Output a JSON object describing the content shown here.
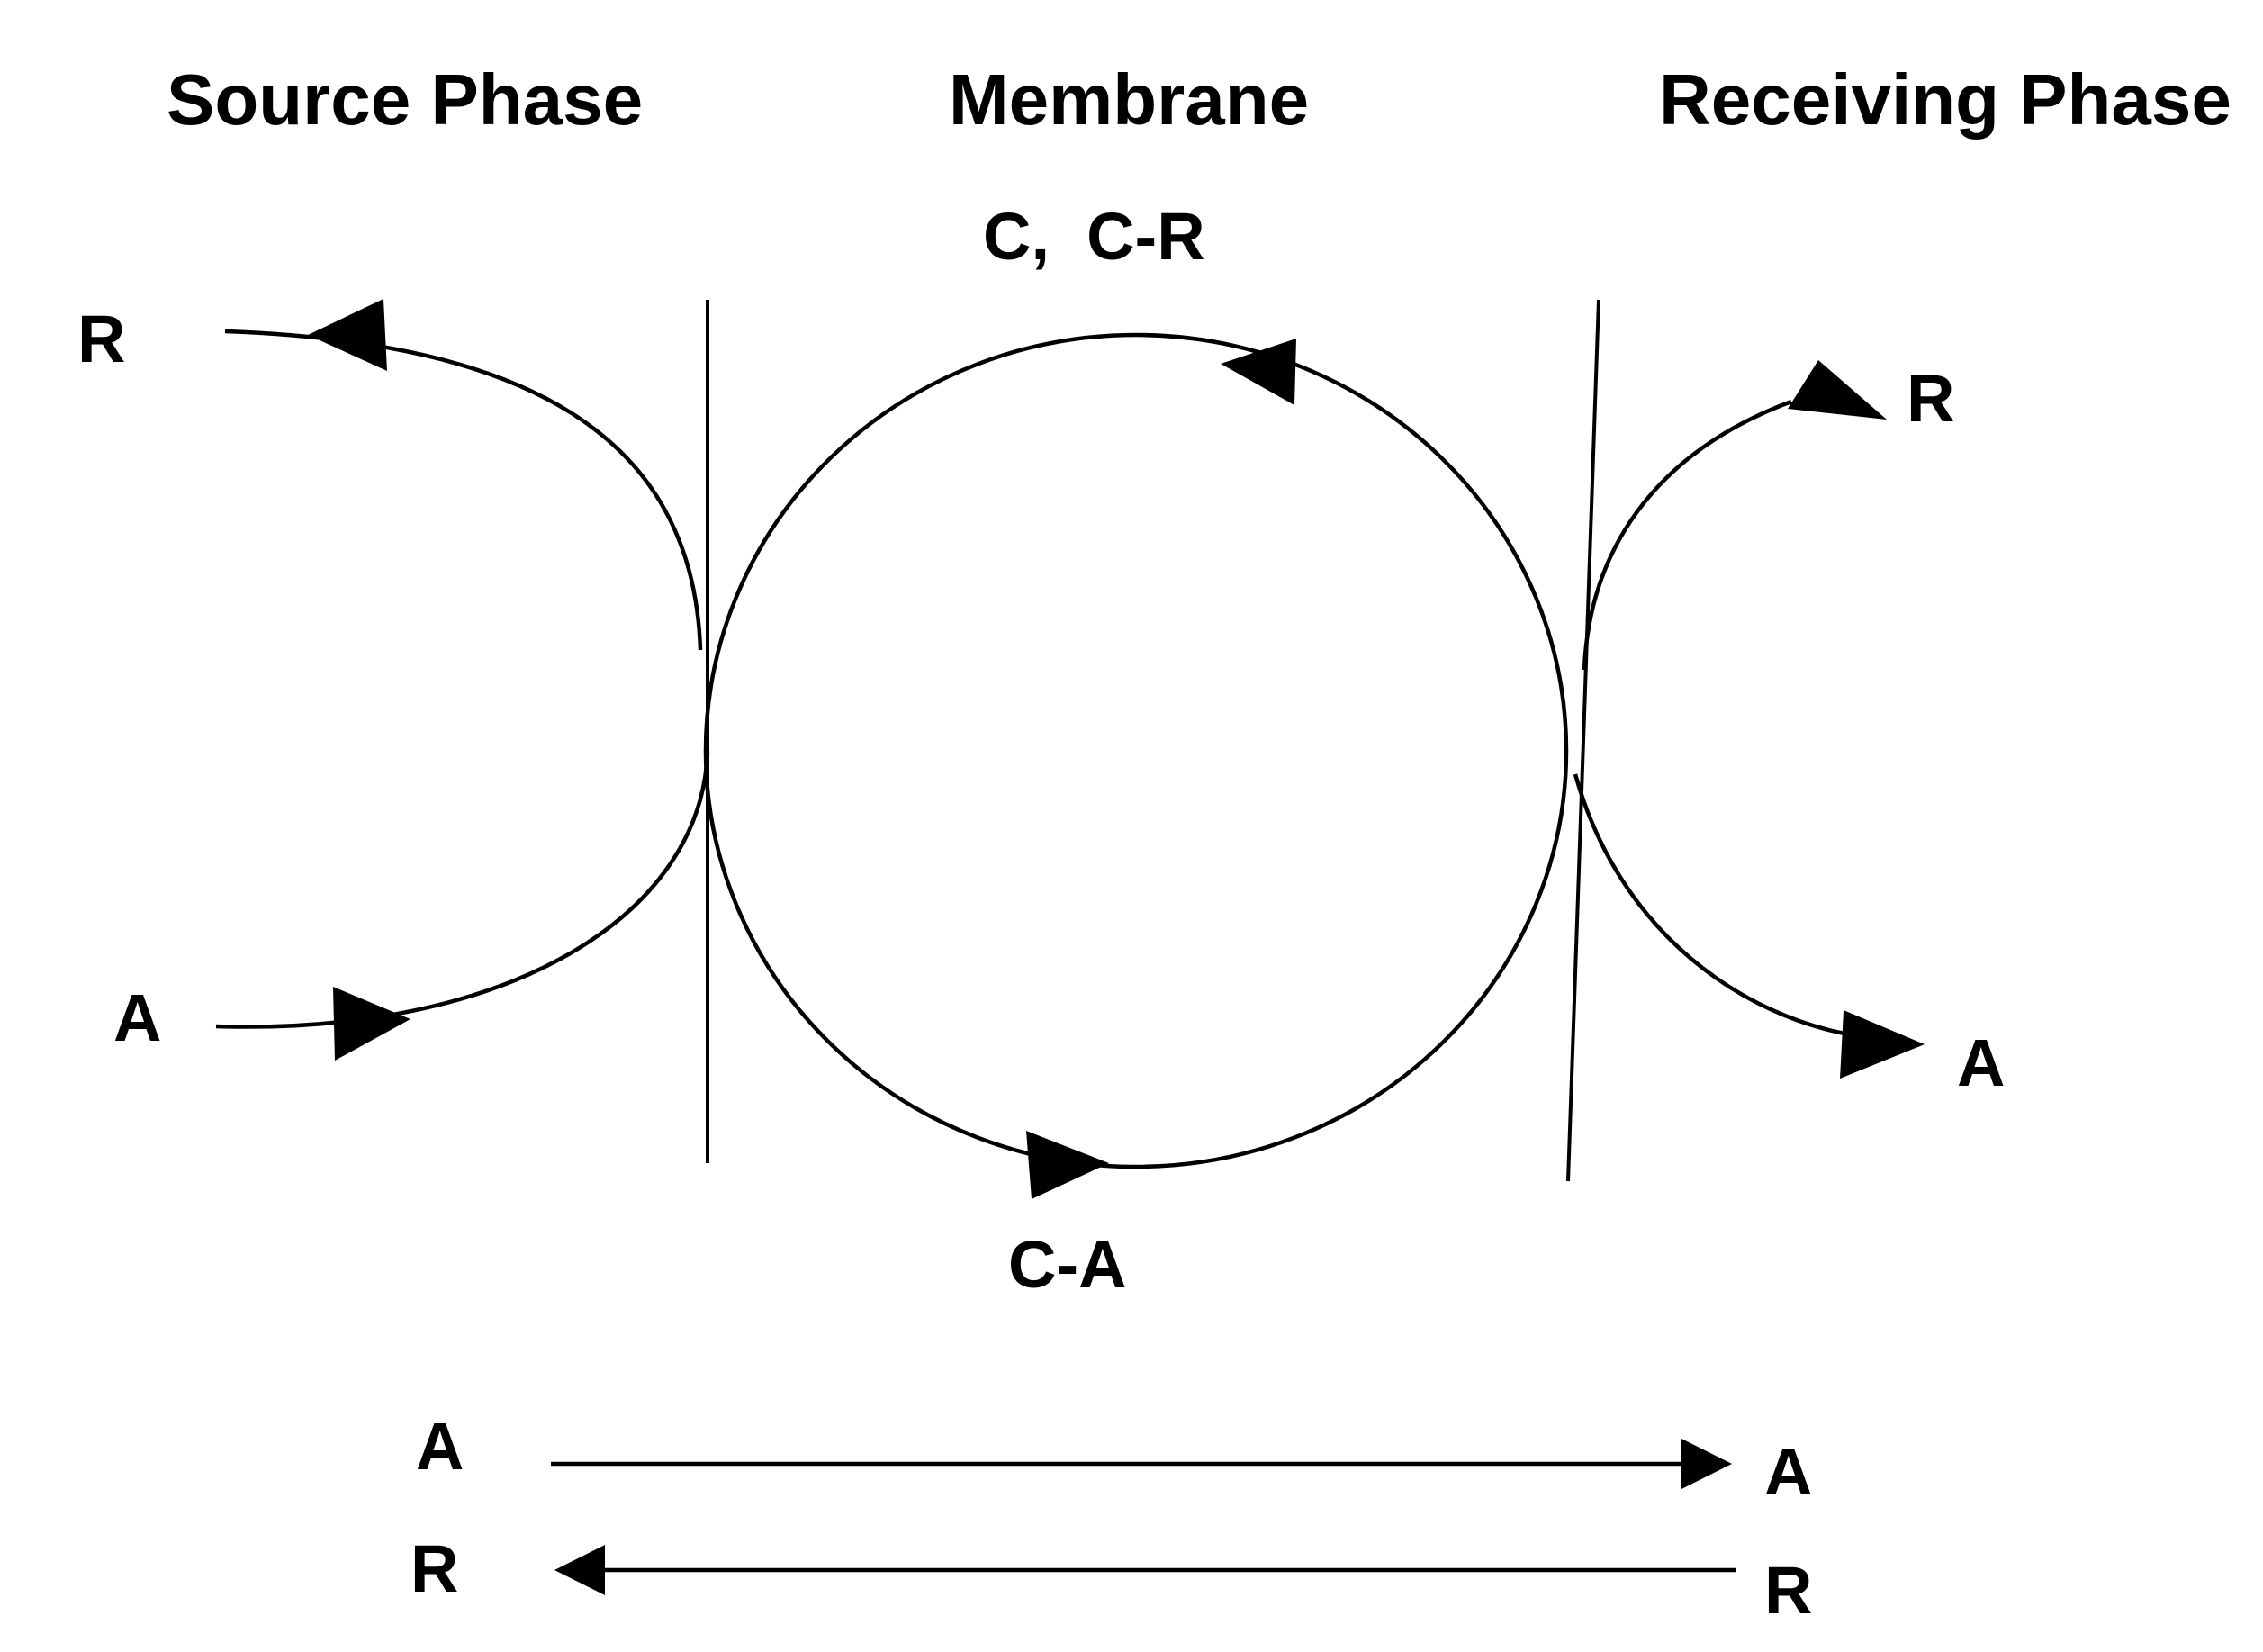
{
  "headings": {
    "source": "Source Phase",
    "membrane": "Membrane",
    "receiving": "Receiving Phase"
  },
  "labels": {
    "source_r": "R",
    "source_a": "A",
    "receiving_r": "R",
    "receiving_a": "A",
    "membrane_top": "C,  C-R",
    "membrane_bottom": "C-A"
  },
  "summary": {
    "a_left": "A",
    "a_right": "A",
    "r_left": "R",
    "r_right": "R"
  }
}
